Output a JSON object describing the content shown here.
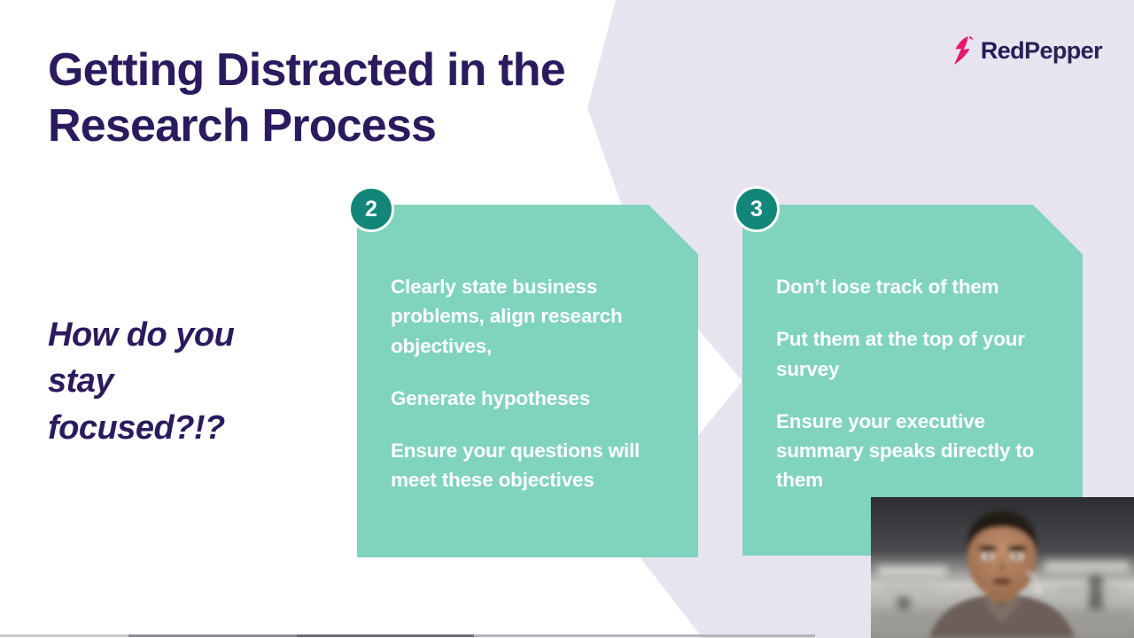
{
  "slide": {
    "title_line_1": "Getting Distracted in the",
    "title_line_2": "Research Process",
    "prompt_line_1": "How do you",
    "prompt_line_2": "stay",
    "prompt_line_3": "focused?!?"
  },
  "logo": {
    "icon": "lightning-bolt-pepper-icon",
    "word_red": "Red",
    "word_pepper": "Pepper"
  },
  "cards": [
    {
      "badge": "2",
      "paragraphs": [
        "Clearly state business problems, align research objectives,",
        "Generate hypotheses",
        "Ensure your questions will meet these objectives"
      ]
    },
    {
      "badge": "3",
      "paragraphs": [
        "Don’t lose track of them",
        "Put them at the top of your survey",
        "Ensure your executive summary speaks directly to them"
      ]
    }
  ],
  "webcam": {
    "label": "presenter-video-feed"
  },
  "colors": {
    "navy": "#2b1b5e",
    "teal_card": "#80d3bd",
    "teal_badge": "#128678",
    "lavender": "#e7e4ef",
    "magenta": "#e8176c",
    "white": "#ffffff",
    "progress_gray": "#9a9a9f"
  }
}
